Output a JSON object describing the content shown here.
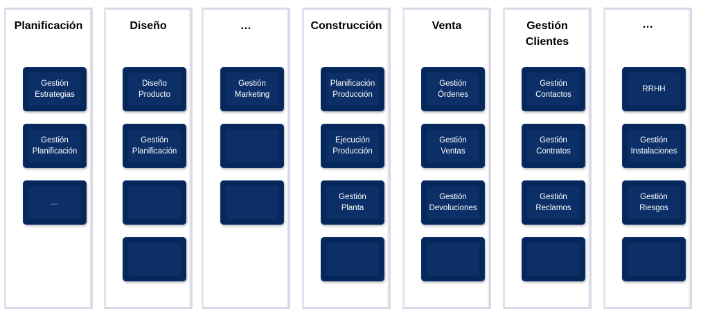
{
  "columns": [
    {
      "title": "Planificación",
      "tiles": [
        "Gestión\nEstrategias",
        "Gestión\nPlanificación",
        "…"
      ]
    },
    {
      "title": "Diseño",
      "tiles": [
        "Diseño\nProducto",
        "Gestión\nPlanificación",
        "",
        ""
      ]
    },
    {
      "title": "…",
      "tiles": [
        "Gestión\nMarketing",
        "",
        ""
      ]
    },
    {
      "title": "Construcción",
      "tiles": [
        "Planificación\nProducción",
        "Ejecución\nProducción",
        "Gestión\nPlanta",
        ""
      ]
    },
    {
      "title": "Venta",
      "tiles": [
        "Gestión\nÓrdenes",
        "Gestión\nVentas",
        "Gestión\nDevoluciones",
        ""
      ]
    },
    {
      "title": "Gestión\nClientes",
      "tiles": [
        "Gestión\nContactos",
        "Gestión\nContratos",
        "Gestión\nReclamos",
        ""
      ]
    },
    {
      "title": "…",
      "tiles": [
        "RRHH",
        "Gestión\nInstalaciones",
        "Gestión\nRiesgos",
        ""
      ]
    }
  ],
  "colors": {
    "tile_fill": "#06275a",
    "column_border": "#d9d9e6",
    "tile_text": "#ffffff",
    "title_text": "#000000"
  }
}
